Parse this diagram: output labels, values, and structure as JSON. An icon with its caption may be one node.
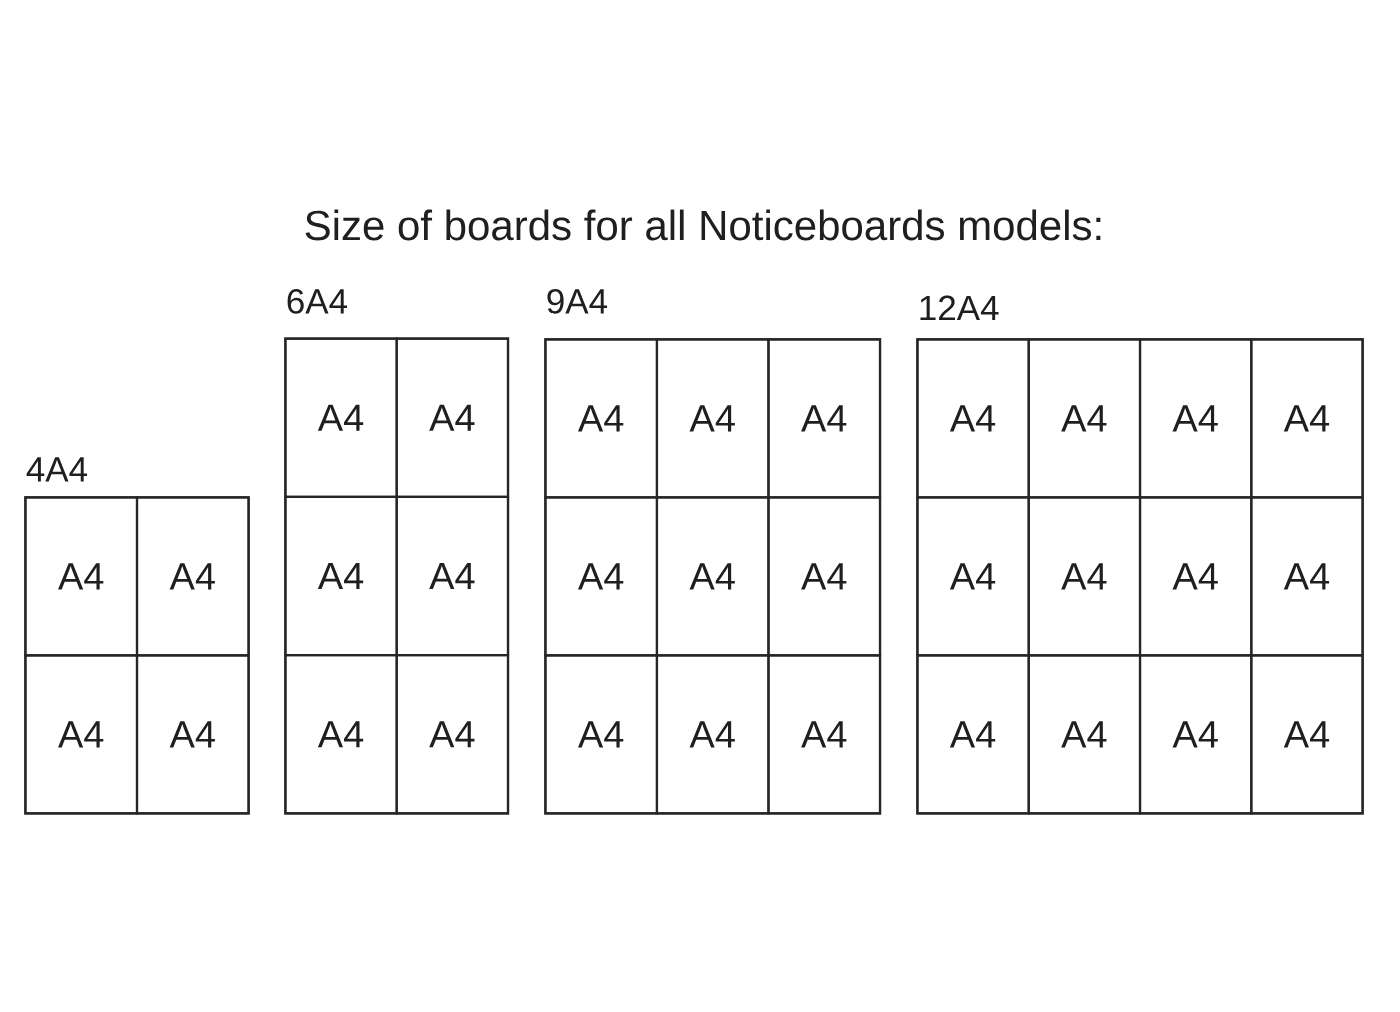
{
  "diagram": {
    "title": "Size of boards for all Noticeboards models:",
    "nodes": [
      {
        "text": [
          "4A4"
        ]
      },
      {
        "text": [
          "A4"
        ],
        "in": 0
      },
      {
        "text": [
          "A4"
        ],
        "in": 0
      },
      {
        "text": [
          "A4"
        ],
        "in": 0
      },
      {
        "text": [
          "A4"
        ],
        "in": 0
      },
      {
        "text": [
          "6A4"
        ]
      },
      {
        "text": [
          "A4"
        ],
        "in": 5
      },
      {
        "text": [
          "A4"
        ],
        "in": 5
      },
      {
        "text": [
          "A4"
        ],
        "in": 5
      },
      {
        "text": [
          "A4"
        ],
        "in": 5
      },
      {
        "text": [
          "A4"
        ],
        "in": 5
      },
      {
        "text": [
          "A4"
        ],
        "in": 5
      },
      {
        "text": [
          "9A4"
        ]
      },
      {
        "text": [
          "A4"
        ],
        "in": 12
      },
      {
        "text": [
          "A4"
        ],
        "in": 12
      },
      {
        "text": [
          "A4"
        ],
        "in": 12
      },
      {
        "text": [
          "A4"
        ],
        "in": 12
      },
      {
        "text": [
          "A4"
        ],
        "in": 12
      },
      {
        "text": [
          "A4"
        ],
        "in": 12
      },
      {
        "text": [
          "A4"
        ],
        "in": 12
      },
      {
        "text": [
          "A4"
        ],
        "in": 12
      },
      {
        "text": [
          "A4"
        ],
        "in": 12
      },
      {
        "text": [
          "12A4"
        ]
      },
      {
        "text": [
          "A4"
        ],
        "in": 22
      },
      {
        "text": [
          "A4"
        ],
        "in": 22
      },
      {
        "text": [
          "A4"
        ],
        "in": 22
      },
      {
        "text": [
          "A4"
        ],
        "in": 22
      },
      {
        "text": [
          "A4"
        ],
        "in": 22
      },
      {
        "text": [
          "A4"
        ],
        "in": 22
      },
      {
        "text": [
          "A4"
        ],
        "in": 22
      },
      {
        "text": [
          "A4"
        ],
        "in": 22
      },
      {
        "text": [
          "A4"
        ],
        "in": 22
      },
      {
        "text": [
          "A4"
        ],
        "in": 22
      },
      {
        "text": [
          "A4"
        ],
        "in": 22
      },
      {
        "text": [
          "A4"
        ],
        "in": 22
      }
    ]
  }
}
